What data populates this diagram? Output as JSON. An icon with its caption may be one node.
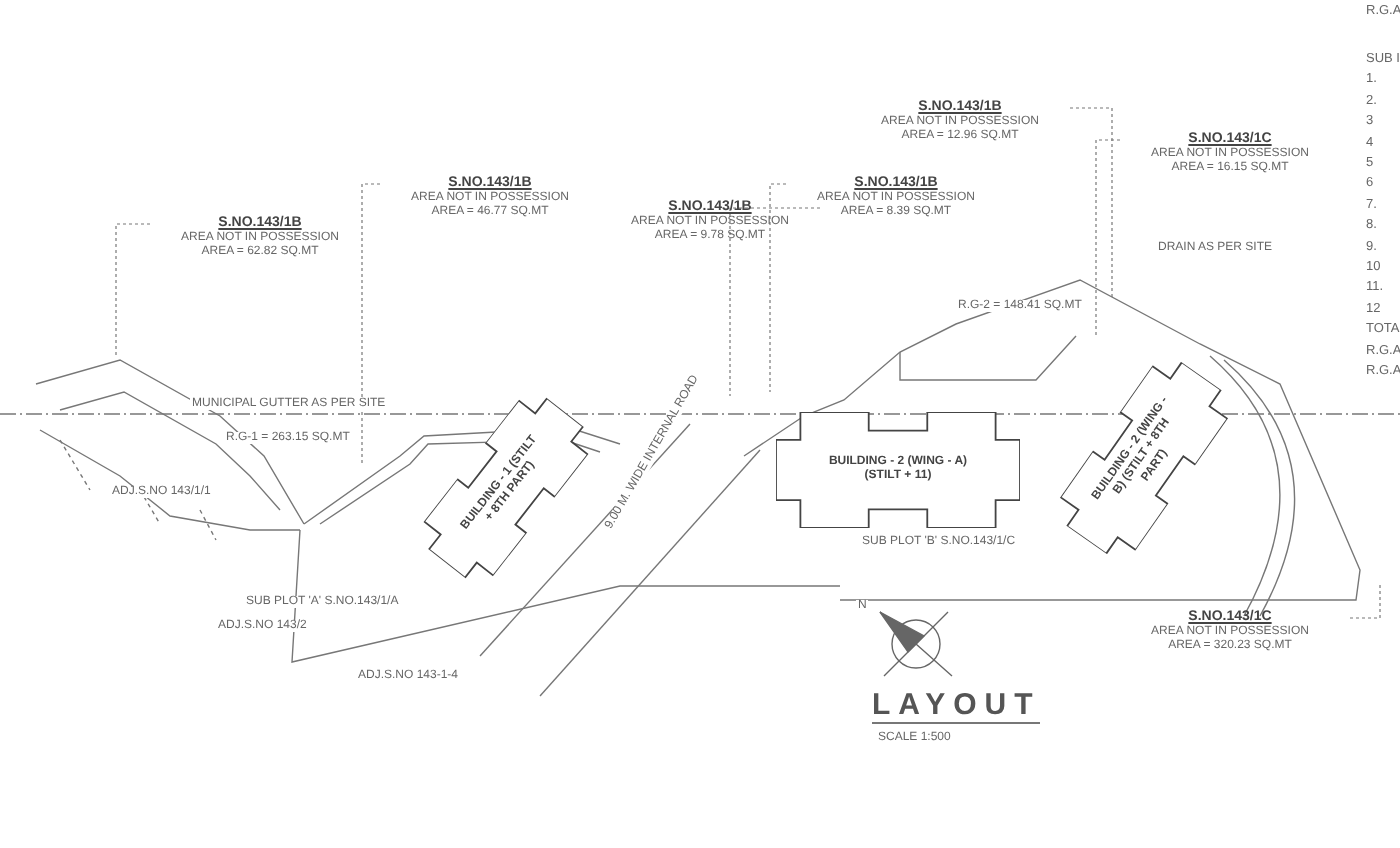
{
  "diagram": {
    "title": "LAYOUT",
    "nodes": [
      {
        "text": [
          "S.NO.143/1B",
          "AREA NOT IN POSSESSION",
          "AREA = 62.82 SQ.MT"
        ]
      },
      {
        "text": [
          "S.NO.143/1B",
          "AREA NOT IN POSSESSION",
          "AREA = 46.77 SQ.MT"
        ]
      },
      {
        "text": [
          "S.NO.143/1B",
          "AREA NOT IN POSSESSION",
          "AREA = 9.78 SQ.MT"
        ]
      },
      {
        "text": [
          "S.NO.143/1B",
          "AREA NOT IN POSSESSION",
          "AREA = 12.96 SQ.MT"
        ]
      },
      {
        "text": [
          "S.NO.143/1B",
          "AREA NOT IN POSSESSION",
          "AREA = 8.39 SQ.MT"
        ]
      },
      {
        "text": [
          "S.NO.143/1C",
          "AREA NOT IN POSSESSION",
          "AREA = 16.15 SQ.MT"
        ]
      },
      {
        "text": [
          "S.NO.143/1C",
          "AREA NOT IN POSSESSION",
          "AREA = 320.23 SQ.MT"
        ]
      },
      {
        "text": [
          "BUILDING - 1 (STILT + 8TH PART)"
        ]
      },
      {
        "text": [
          "BUILDING - 2 (WING - A) (STILT + 11)"
        ]
      },
      {
        "text": [
          "BUILDING - 2 (WING - B) (STILT + 8TH PART)"
        ]
      }
    ],
    "edges": [
      {
        "from": 0,
        "to": null,
        "arrow": "none",
        "style": "dashed"
      },
      {
        "from": 1,
        "to": null,
        "arrow": "none",
        "style": "dashed"
      },
      {
        "from": 2,
        "to": null,
        "arrow": "none",
        "style": "dashed"
      },
      {
        "from": 3,
        "to": null,
        "arrow": "none",
        "style": "dashed"
      },
      {
        "from": 4,
        "to": null,
        "arrow": "none",
        "style": "dashed"
      },
      {
        "from": 5,
        "to": null,
        "arrow": "none",
        "style": "dashed"
      },
      {
        "from": 6,
        "to": null,
        "arrow": "none",
        "style": "dashed"
      }
    ],
    "labels": [
      "R.G.A",
      "SUB I",
      "1.",
      "2.",
      "3",
      "4",
      "5",
      "6",
      "7.",
      "8.",
      "9.",
      "10",
      "11.",
      "12",
      "TOTA",
      "R.G.A",
      "R.G.A",
      "DRAIN AS PER SITE",
      "MUNICIPAL GUTTER AS PER SITE",
      "R.G-1 = 263.15 SQ.MT",
      "R.G-2 = 148.41 SQ.MT",
      "9.00 M. WIDE INTERNAL ROAD",
      "ADJ.S.NO 143/1/1",
      "SUB PLOT 'A' S.NO.143/1/A",
      "ADJ.S.NO 143/2",
      "ADJ.S.NO 143-1-4",
      "SUB PLOT 'B' S.NO.143/1/C",
      "N",
      "SCALE 1:500"
    ]
  }
}
